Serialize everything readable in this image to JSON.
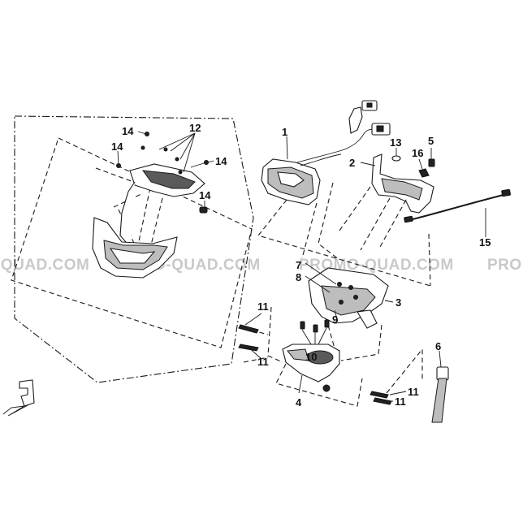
{
  "callouts": [
    {
      "id": "c1",
      "text": "1"
    },
    {
      "id": "c2",
      "text": "2"
    },
    {
      "id": "c3",
      "text": "3"
    },
    {
      "id": "c4",
      "text": "4"
    },
    {
      "id": "c5",
      "text": "5"
    },
    {
      "id": "c6",
      "text": "6"
    },
    {
      "id": "c7",
      "text": "7"
    },
    {
      "id": "c8",
      "text": "8"
    },
    {
      "id": "c9",
      "text": "9"
    },
    {
      "id": "c10",
      "text": "10"
    },
    {
      "id": "c11a",
      "text": "11"
    },
    {
      "id": "c11b",
      "text": "11"
    },
    {
      "id": "c11c",
      "text": "11"
    },
    {
      "id": "c11d",
      "text": "11"
    },
    {
      "id": "c12",
      "text": "12"
    },
    {
      "id": "c13",
      "text": "13"
    },
    {
      "id": "c14a",
      "text": "14"
    },
    {
      "id": "c14b",
      "text": "14"
    },
    {
      "id": "c14c",
      "text": "14"
    },
    {
      "id": "c14d",
      "text": "14"
    },
    {
      "id": "c15",
      "text": "15"
    },
    {
      "id": "c16",
      "text": "16"
    }
  ],
  "watermark": {
    "segments": [
      "-QUAD.COM",
      "PROMO-QUAD.COM",
      "PROMO-QUAD.COM",
      "PRO"
    ]
  }
}
